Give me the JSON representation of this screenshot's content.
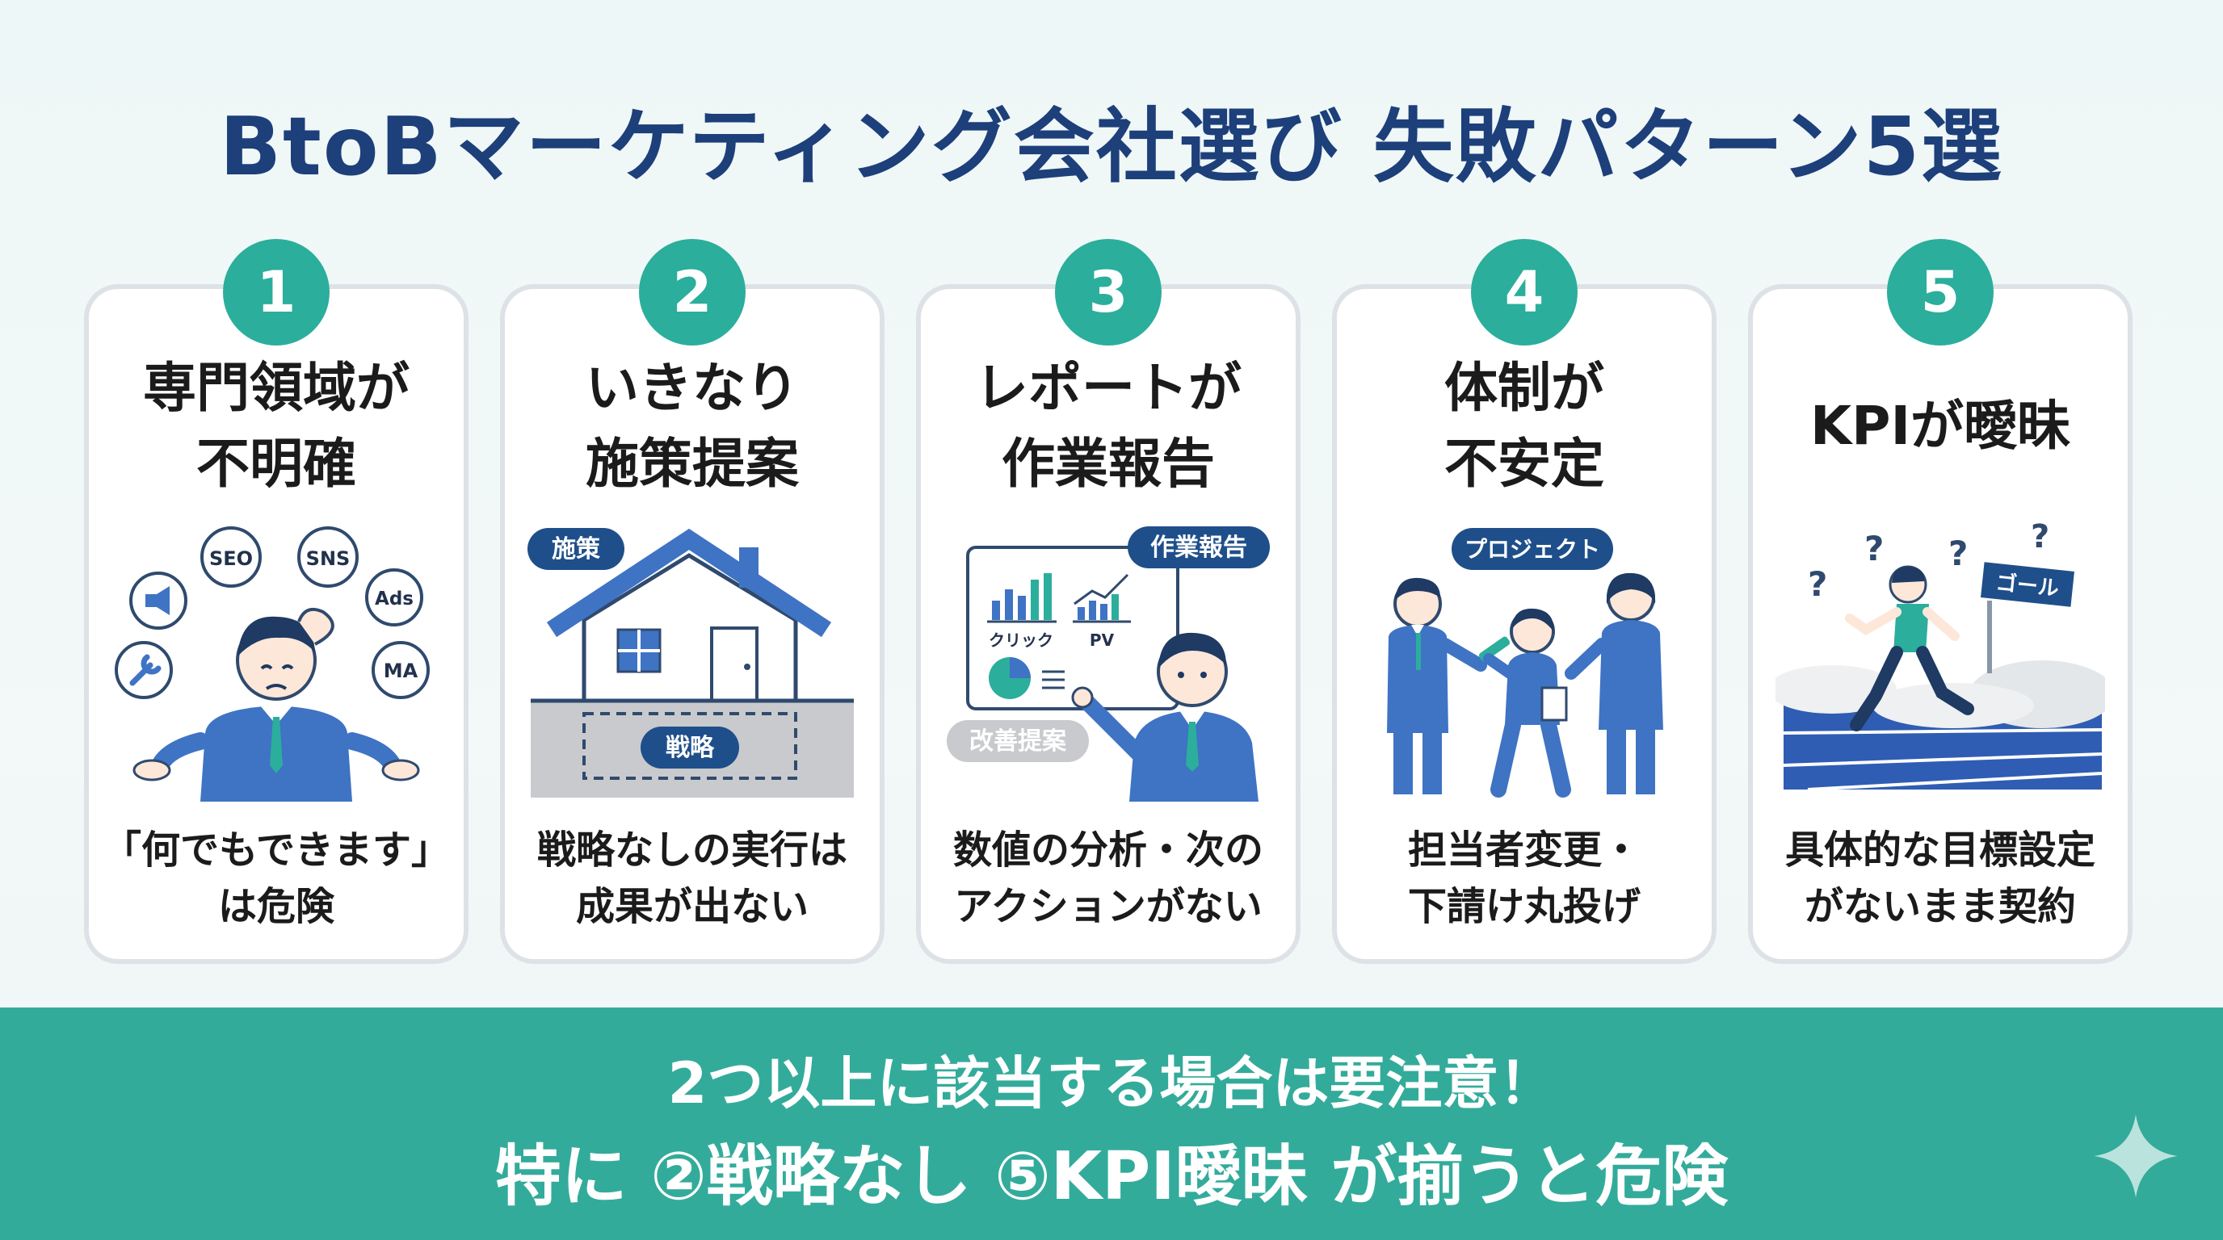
{
  "title": "BtoBマーケティング会社選び 失敗パターン5選",
  "cards": [
    {
      "number": "1",
      "title_lines": [
        "専門領域が",
        "不明確"
      ],
      "desc_lines": [
        "「何でもできます」",
        "は危険"
      ],
      "tags": [
        "SEO",
        "SNS",
        "Ads",
        "MA"
      ]
    },
    {
      "number": "2",
      "title_lines": [
        "いきなり",
        "施策提案"
      ],
      "desc_lines": [
        "戦略なしの実行は",
        "成果が出ない"
      ],
      "tags": [
        "施策",
        "戦略"
      ]
    },
    {
      "number": "3",
      "title_lines": [
        "レポートが",
        "作業報告"
      ],
      "desc_lines": [
        "数値の分析・次の",
        "アクションがない"
      ],
      "tags": [
        "作業報告",
        "クリック",
        "PV",
        "改善提案"
      ]
    },
    {
      "number": "4",
      "title_lines": [
        "体制が",
        "不安定"
      ],
      "desc_lines": [
        "担当者変更・",
        "下請け丸投げ"
      ],
      "tags": [
        "プロジェクト"
      ]
    },
    {
      "number": "5",
      "title_lines": [
        "KPIが曖昧"
      ],
      "desc_lines": [
        "具体的な目標設定",
        "がないまま契約"
      ],
      "tags": [
        "ゴール",
        "?"
      ]
    }
  ],
  "footer": {
    "line1": "2つ以上に該当する場合は要注意！",
    "line2": "特に ②戦略なし ⑤KPI曖昧 が揃うと危険"
  },
  "colors": {
    "accent": "#2bae9c",
    "title": "#1d3f7a",
    "navy": "#1f4f8a",
    "suit": "#3f73c4",
    "footer": "#33ab9b"
  },
  "icons": [
    "megaphone-icon",
    "wrench-icon",
    "sparkle-icon"
  ]
}
